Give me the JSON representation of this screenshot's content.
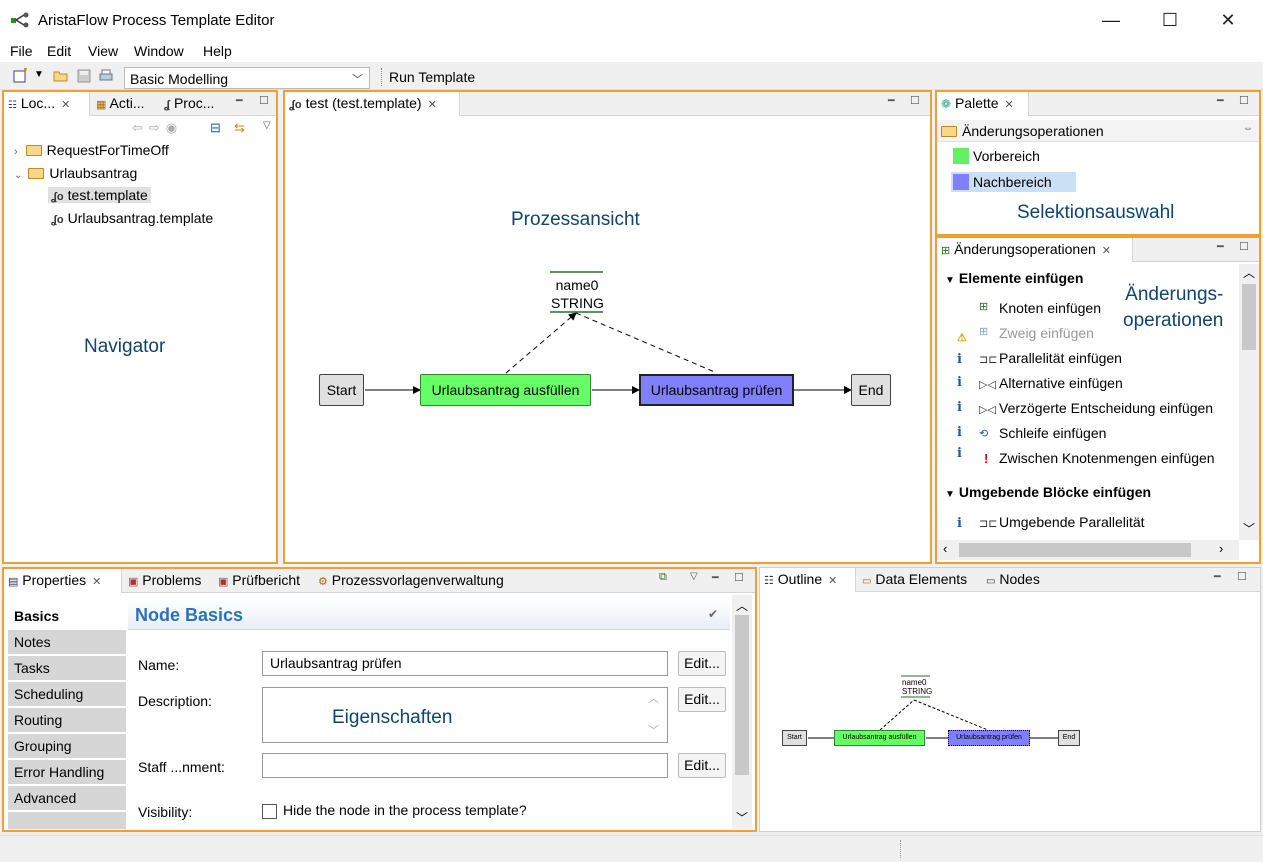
{
  "window": {
    "title": "AristaFlow Process Template Editor",
    "minimize": "—",
    "maximize": "☐",
    "close": "✕"
  },
  "menu": [
    "File",
    "Edit",
    "View",
    "Window",
    "Help"
  ],
  "toolbar": {
    "perspective": "Basic Modelling",
    "run_template": "Run Template"
  },
  "navigator": {
    "tabs": [
      "Loc...",
      "Acti...",
      "Proc..."
    ],
    "tree": [
      {
        "label": "RequestForTimeOff",
        "expanded": false
      },
      {
        "label": "Urlaubsantrag",
        "expanded": true
      },
      {
        "label": "test.template",
        "selected": true
      },
      {
        "label": "Urlaubsantrag.template"
      }
    ],
    "overlay": "Navigator"
  },
  "editor": {
    "tab": "test (test.template)",
    "overlay": "Prozessansicht",
    "data_element": {
      "name": "name0",
      "type": "STRING"
    },
    "nodes": [
      {
        "label": "Start",
        "color": "#e0e0e0"
      },
      {
        "label": "Urlaubsantrag ausfüllen",
        "color": "#66ff66"
      },
      {
        "label": "Urlaubsantrag prüfen",
        "color": "#8080ff"
      },
      {
        "label": "End",
        "color": "#e0e0e0"
      }
    ]
  },
  "palette": {
    "tab": "Palette",
    "header": "Änderungsoperationen",
    "items": [
      {
        "label": "Vorbereich",
        "color": "#66ee66"
      },
      {
        "label": "Nachbereich",
        "color": "#8080ff"
      }
    ],
    "overlay": "Selektionsauswahl"
  },
  "change_ops": {
    "tab": "Änderungsoperationen",
    "overlay_line1": "Änderungs-",
    "overlay_line2": "operationen",
    "group1": "Elemente einfügen",
    "ops": [
      {
        "label": "Knoten einfügen",
        "enabled": true
      },
      {
        "label": "Zweig einfügen",
        "enabled": false
      },
      {
        "label": "Parallelität einfügen",
        "enabled": true
      },
      {
        "label": "Alternative einfügen",
        "enabled": true
      },
      {
        "label": "Verzögerte Entscheidung einfügen",
        "enabled": true
      },
      {
        "label": "Schleife einfügen",
        "enabled": true
      },
      {
        "label": "Zwischen Knotenmengen einfügen",
        "enabled": true
      }
    ],
    "group2": "Umgebende Blöcke einfügen",
    "ops2": [
      {
        "label": "Umgebende Parallelität",
        "enabled": true
      }
    ]
  },
  "properties": {
    "tabs": [
      "Properties",
      "Problems",
      "Prüfbericht",
      "Prozessvorlagenverwaltung"
    ],
    "side_tabs": [
      "Basics",
      "Notes",
      "Tasks",
      "Scheduling",
      "Routing",
      "Grouping",
      "Error Handling",
      "Advanced"
    ],
    "section_title": "Node Basics",
    "name_label": "Name:",
    "name_value": "Urlaubsantrag prüfen",
    "description_label": "Description:",
    "staff_label": "Staff ...nment:",
    "visibility_label": "Visibility:",
    "visibility_text": "Hide the node in the process template?",
    "edit_label": "Edit...",
    "overlay": "Eigenschaften"
  },
  "outline": {
    "tabs": [
      "Outline",
      "Data Elements",
      "Nodes"
    ],
    "data_element": {
      "name": "name0",
      "type": "STRING"
    },
    "nodes": [
      "Start",
      "Urlaubsantrag ausfüllen",
      "Urlaubsantrag prüfen",
      "End"
    ]
  }
}
